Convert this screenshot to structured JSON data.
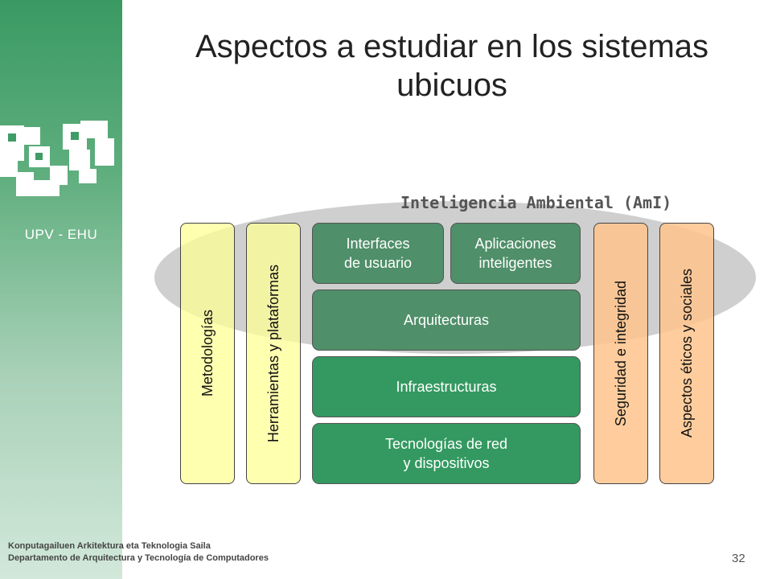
{
  "logo": {
    "caption": "UPV - EHU",
    "icon": "upv-ehu-logo"
  },
  "title": "Aspectos a estudiar en los sistemas ubicuos",
  "ami_label": "Inteligencia Ambiental (AmI)",
  "columns": {
    "metodologias": "Metodologías",
    "herramientas": "Herramientas y plataformas",
    "seguridad": "Seguridad e integridad",
    "eticos": "Aspectos éticos y sociales"
  },
  "boxes": {
    "interfaces": "Interfaces\nde usuario",
    "aplicaciones": "Aplicaciones\ninteligentes",
    "arquitecturas": "Arquitecturas",
    "infraestructuras": "Infraestructuras",
    "tecnologias": "Tecnologías de red\ny dispositivos"
  },
  "footer": {
    "line1": "Konputagailuen Arkitektura eta Teknologia Saila",
    "line2": "Departamento de Arquitectura y Tecnología de Computadores"
  },
  "page_number": "32",
  "colors": {
    "sidebar_green": "#3a9a62",
    "column_yellow": "#ffff96",
    "column_orange": "#ffc48c",
    "box_dark_green": "#4f8f69",
    "box_green": "#339960",
    "ellipse_gray": "#cfcfcf"
  }
}
